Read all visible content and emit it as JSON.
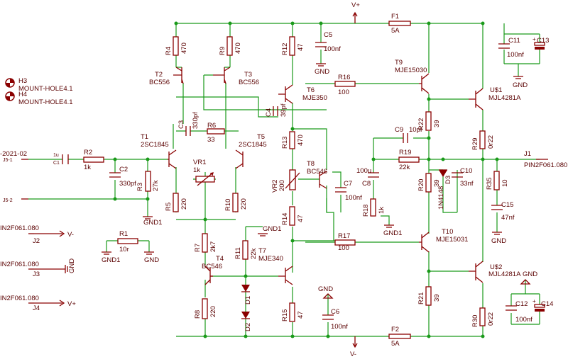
{
  "rails": {
    "vplus": "V+",
    "vminus": "V-"
  },
  "holes": [
    {
      "ref": "H3",
      "value": "MOUNT-HOLE4.1"
    },
    {
      "ref": "H4",
      "value": "MOUNT-HOLE4.1"
    }
  ],
  "connectors": {
    "input_name": "-2021-02",
    "input_pin": "J5-1",
    "ground_pin": "J5-2",
    "output_ref": "J1",
    "output_value": "PIN2F061.080",
    "power": [
      {
        "value": "IN2F061.080",
        "ref": "J2",
        "net": "V-"
      },
      {
        "value": "IN2F061.080",
        "ref": "J3",
        "net": "GND"
      },
      {
        "value": "IN2F061.080",
        "ref": "J4",
        "net": "V+"
      }
    ]
  },
  "resistors": [
    {
      "ref": "R1",
      "value": "10r"
    },
    {
      "ref": "R2",
      "value": "1k"
    },
    {
      "ref": "R3",
      "value": "27k"
    },
    {
      "ref": "R4",
      "value": "470"
    },
    {
      "ref": "R5",
      "value": "220"
    },
    {
      "ref": "R6",
      "value": "33"
    },
    {
      "ref": "R7",
      "value": "2k7"
    },
    {
      "ref": "R8",
      "value": "220"
    },
    {
      "ref": "R9",
      "value": "470"
    },
    {
      "ref": "R10",
      "value": "220"
    },
    {
      "ref": "R11",
      "value": "22k"
    },
    {
      "ref": "R12",
      "value": "47"
    },
    {
      "ref": "R13",
      "value": "470"
    },
    {
      "ref": "R14",
      "value": "47"
    },
    {
      "ref": "R15",
      "value": "47"
    },
    {
      "ref": "R16",
      "value": "100"
    },
    {
      "ref": "R17",
      "value": "100"
    },
    {
      "ref": "R18",
      "value": "1k"
    },
    {
      "ref": "R19",
      "value": "22k"
    },
    {
      "ref": "R20",
      "value": "39"
    },
    {
      "ref": "R21",
      "value": "39"
    },
    {
      "ref": "R22",
      "value": "39"
    },
    {
      "ref": "R29",
      "value": "0r22"
    },
    {
      "ref": "R30",
      "value": "0r22"
    },
    {
      "ref": "R35",
      "value": "10"
    }
  ],
  "trimmers": [
    {
      "ref": "VR1",
      "value": "1k"
    },
    {
      "ref": "VR2",
      "value": "200"
    }
  ],
  "capacitors": [
    {
      "ref": "C1",
      "value": "1u"
    },
    {
      "ref": "C2",
      "value": "330pf"
    },
    {
      "ref": "C3",
      "value": "330pf"
    },
    {
      "ref": "C4",
      "value": "39pf"
    },
    {
      "ref": "C5",
      "value": "100nf"
    },
    {
      "ref": "C6",
      "value": "100nf"
    },
    {
      "ref": "C7",
      "value": "100nf"
    },
    {
      "ref": "C8",
      "value": "100u"
    },
    {
      "ref": "C9",
      "value": "10pf"
    },
    {
      "ref": "C10",
      "value": "33nf"
    },
    {
      "ref": "C11",
      "value": "100nf"
    },
    {
      "ref": "C12",
      "value": "100nf"
    },
    {
      "ref": "C13",
      "value": ""
    },
    {
      "ref": "C14",
      "value": ""
    },
    {
      "ref": "C15",
      "value": "47nf"
    }
  ],
  "transistors": [
    {
      "ref": "T1",
      "value": "2SC1845"
    },
    {
      "ref": "T2",
      "value": "BC556"
    },
    {
      "ref": "T3",
      "value": "BC556"
    },
    {
      "ref": "T4",
      "value": "BC546"
    },
    {
      "ref": "T5",
      "value": "2SC1845"
    },
    {
      "ref": "T6",
      "value": "MJE350"
    },
    {
      "ref": "T7",
      "value": "MJE340"
    },
    {
      "ref": "T8",
      "value": "BC546"
    },
    {
      "ref": "T9",
      "value": "MJE15030"
    },
    {
      "ref": "T10",
      "value": "MJE15031"
    },
    {
      "ref": "U$1",
      "value": "MJL4281A"
    },
    {
      "ref": "U$2",
      "value": "MJL4281A"
    }
  ],
  "diodes": [
    {
      "ref": "D1",
      "value": ""
    },
    {
      "ref": "D2",
      "value": ""
    },
    {
      "ref": "D3",
      "value": "1N4148"
    }
  ],
  "fuses": [
    {
      "ref": "F1",
      "value": "5A"
    },
    {
      "ref": "F2",
      "value": "5A"
    }
  ],
  "gnd": "GND",
  "gnd1": "GND1"
}
